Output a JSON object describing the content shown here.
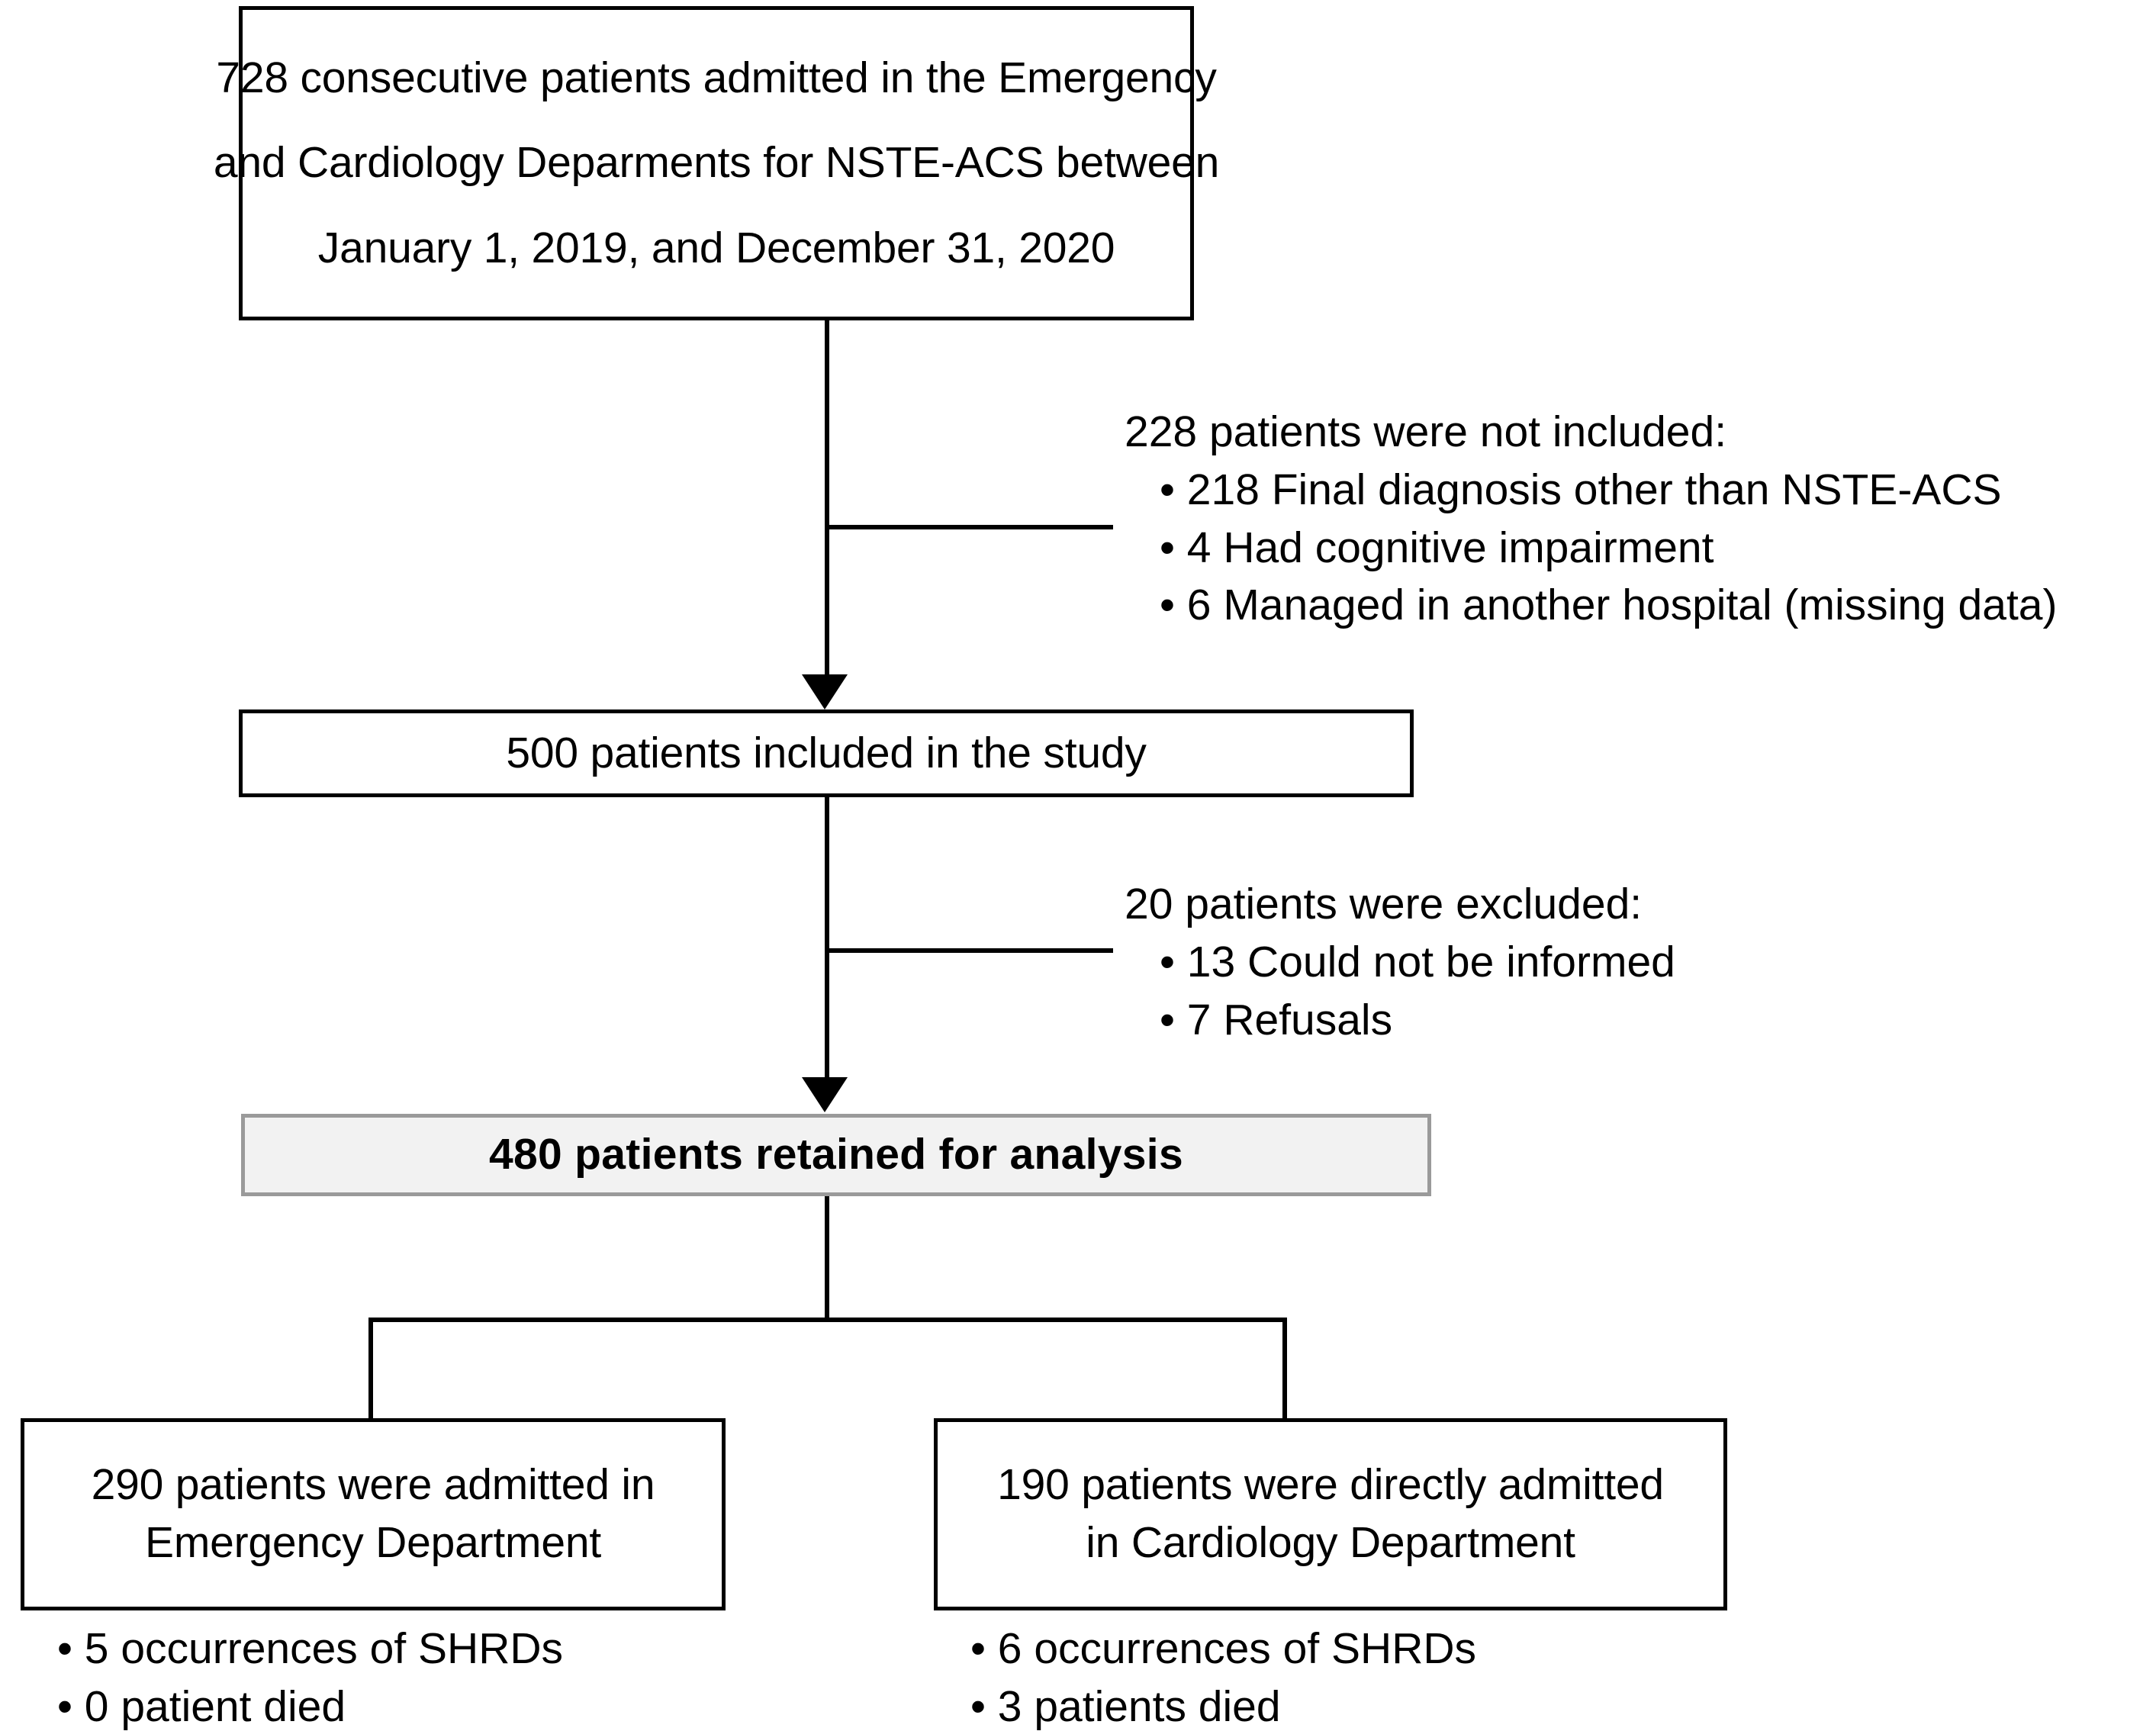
{
  "figure": {
    "type": "patient-flow-diagram",
    "colors": {
      "stroke": "#000000",
      "background": "#ffffff",
      "highlight_fill": "#f2f2f2",
      "highlight_border": "#9a9a9a"
    }
  },
  "nodes": {
    "screened": {
      "lines": [
        "728 consecutive patients admitted in the Emergency",
        "and Cardiology Deparments for NSTE-ACS between",
        "January 1, 2019, and December 31, 2020"
      ],
      "count": 728
    },
    "included": {
      "lines": [
        "500 patients included in the study"
      ],
      "count": 500
    },
    "retained": {
      "lines": [
        "480 patients retained for analysis"
      ],
      "count": 480
    },
    "emergency": {
      "lines": [
        "290 patients were admitted in",
        "Emergency Department"
      ],
      "count": 290
    },
    "cardiology": {
      "lines": [
        "190 patients were directly admitted",
        "in Cardiology Department"
      ],
      "count": 190
    }
  },
  "exclusions": {
    "not_included": {
      "heading": "228 patients were not included:",
      "total": 228,
      "items": [
        "• 218 Final diagnosis other than NSTE-ACS",
        "• 4 Had cognitive impairment",
        "• 6 Managed in another hospital (missing data)"
      ]
    },
    "excluded": {
      "heading": "20 patients were excluded:",
      "total": 20,
      "items": [
        "• 13 Could not be informed",
        "• 7 Refusals"
      ]
    }
  },
  "outcomes": {
    "emergency": {
      "items": [
        "• 5 occurrences of SHRDs",
        "• 0 patient died"
      ]
    },
    "cardiology": {
      "items": [
        "• 6 occurrences of SHRDs",
        "• 3 patients died"
      ]
    }
  }
}
